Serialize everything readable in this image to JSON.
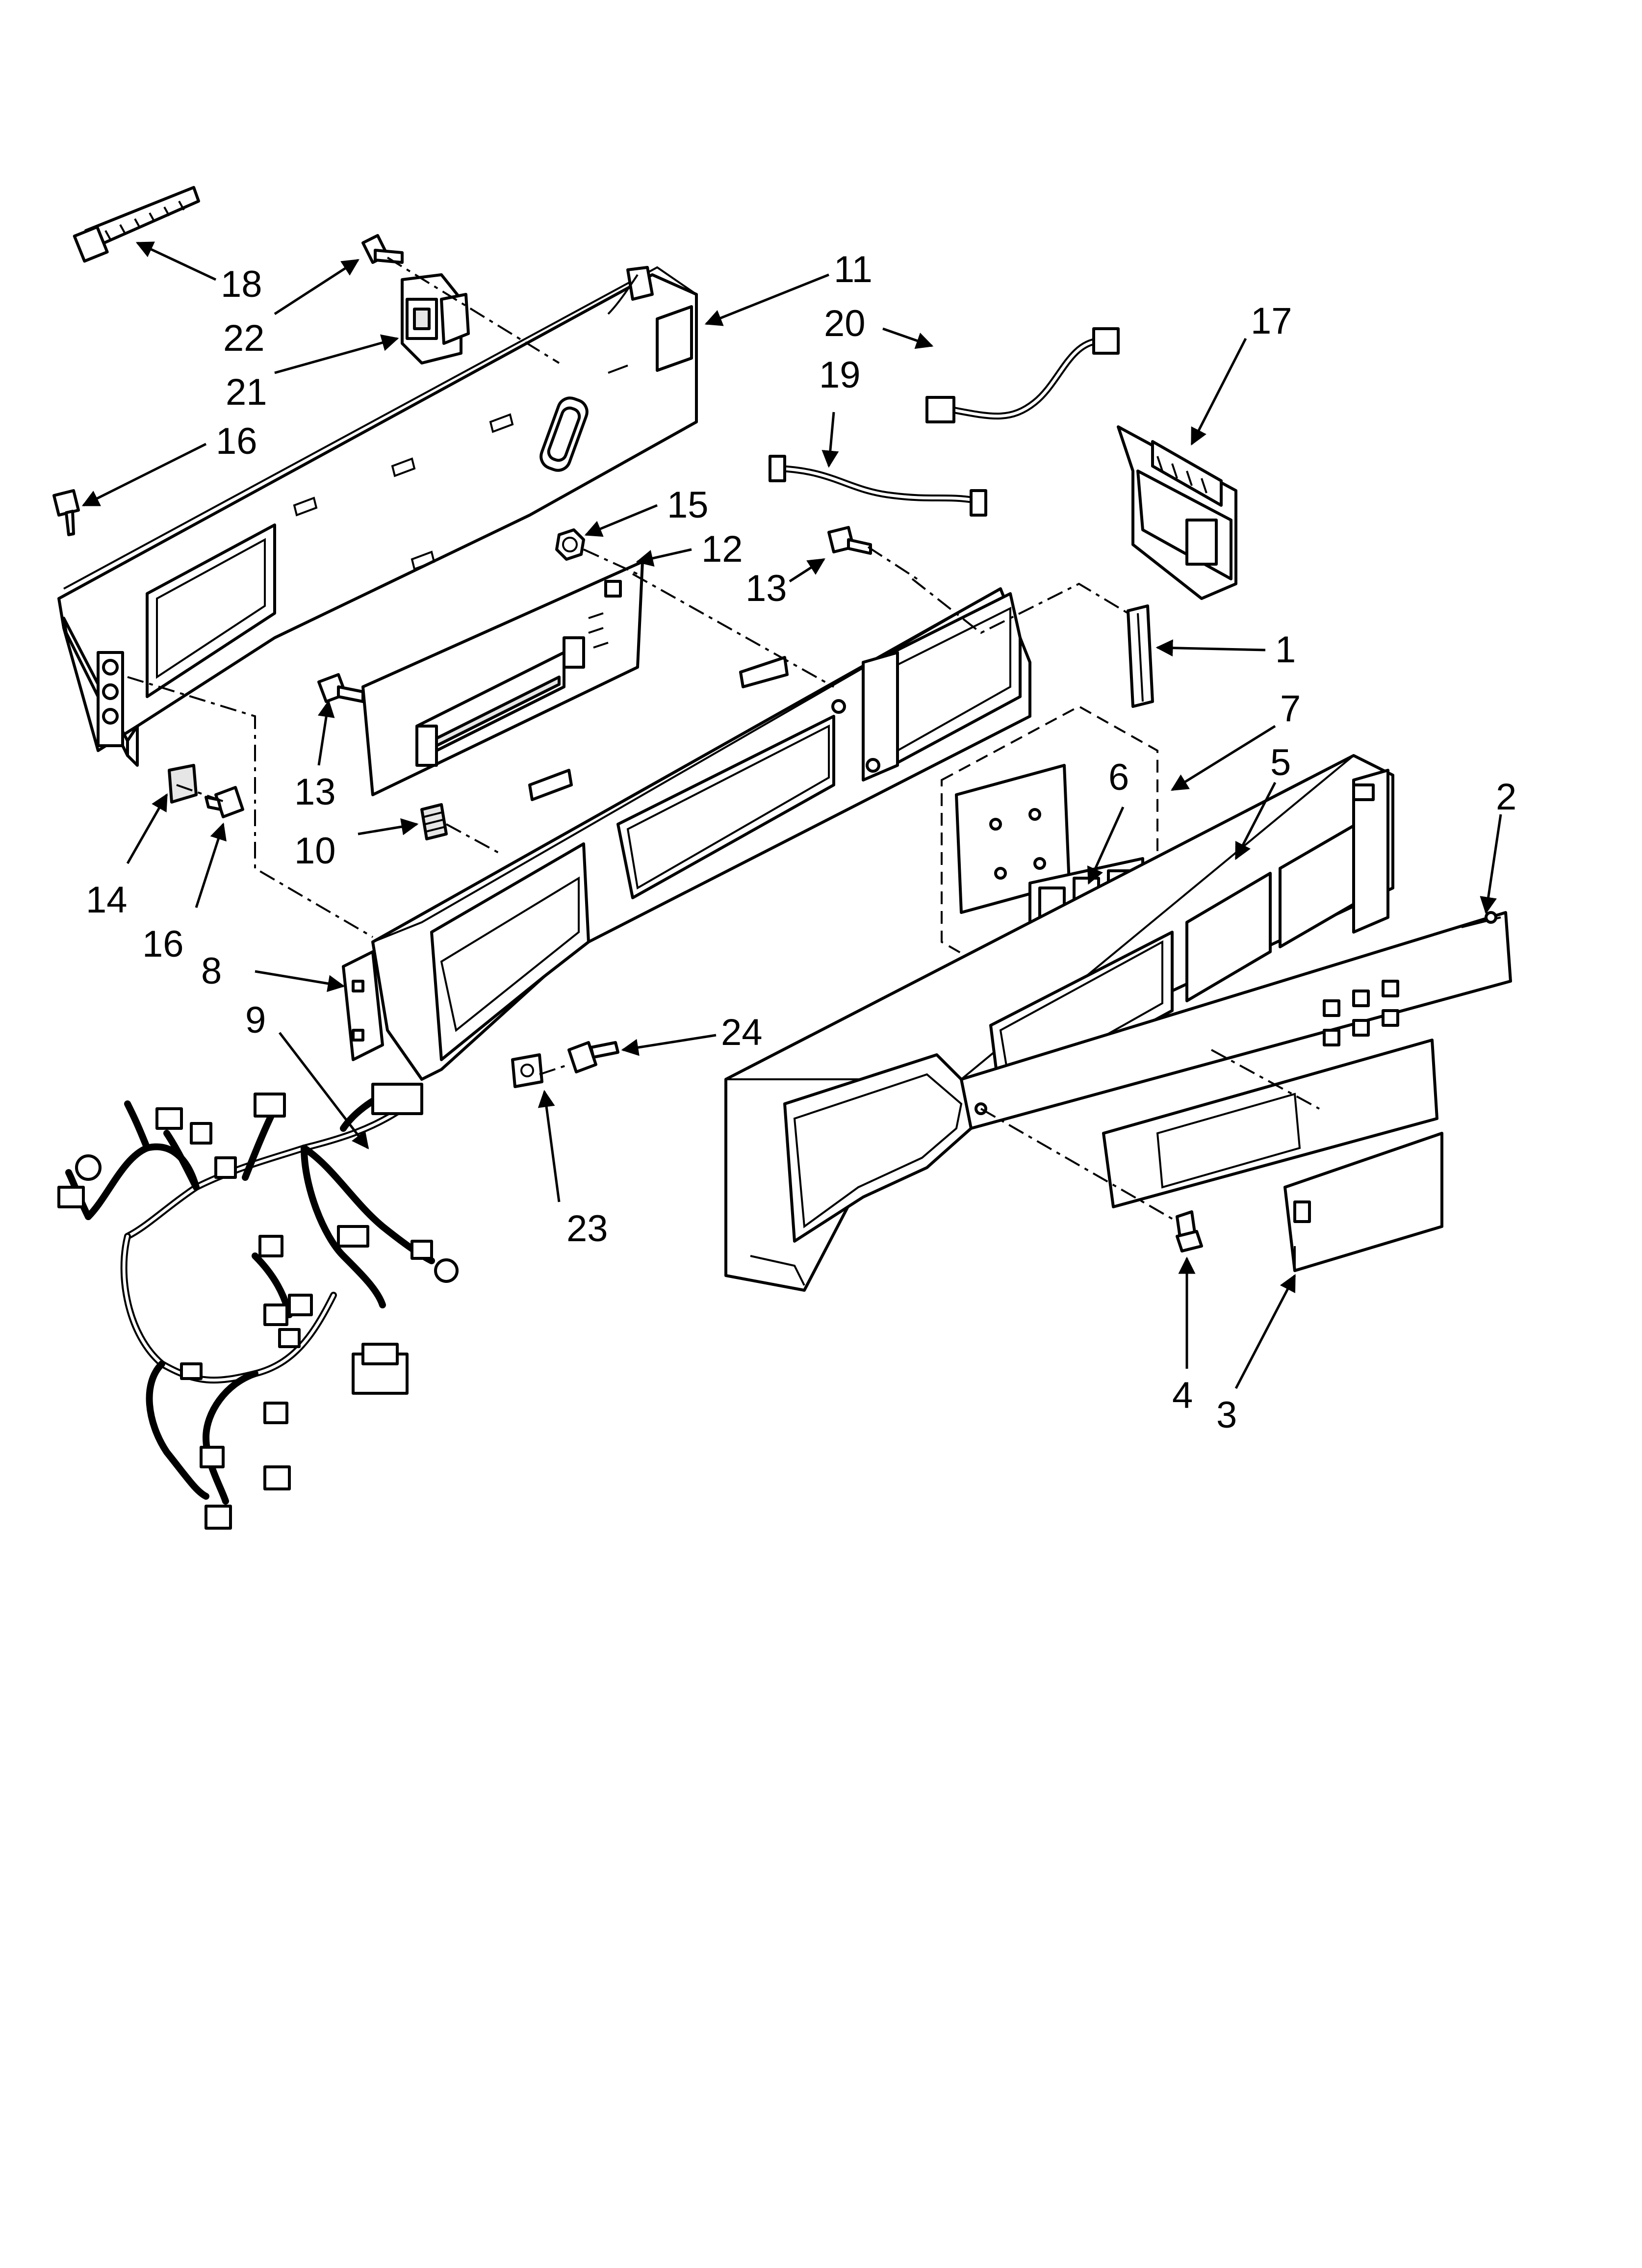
{
  "callouts": {
    "c1": "1",
    "c2": "2",
    "c3": "3",
    "c4": "4",
    "c5": "5",
    "c6": "6",
    "c7": "7",
    "c8": "8",
    "c9": "9",
    "c10": "10",
    "c11": "11",
    "c12": "12",
    "c13a": "13",
    "c13b": "13",
    "c14": "14",
    "c15": "15",
    "c16a": "16",
    "c16b": "16",
    "c17": "17",
    "c18": "18",
    "c19": "19",
    "c20": "20",
    "c21": "21",
    "c22": "22",
    "c23": "23",
    "c24": "24"
  },
  "colors": {
    "line": "#000000",
    "background": "#ffffff",
    "shade": "#e6e6e6"
  }
}
